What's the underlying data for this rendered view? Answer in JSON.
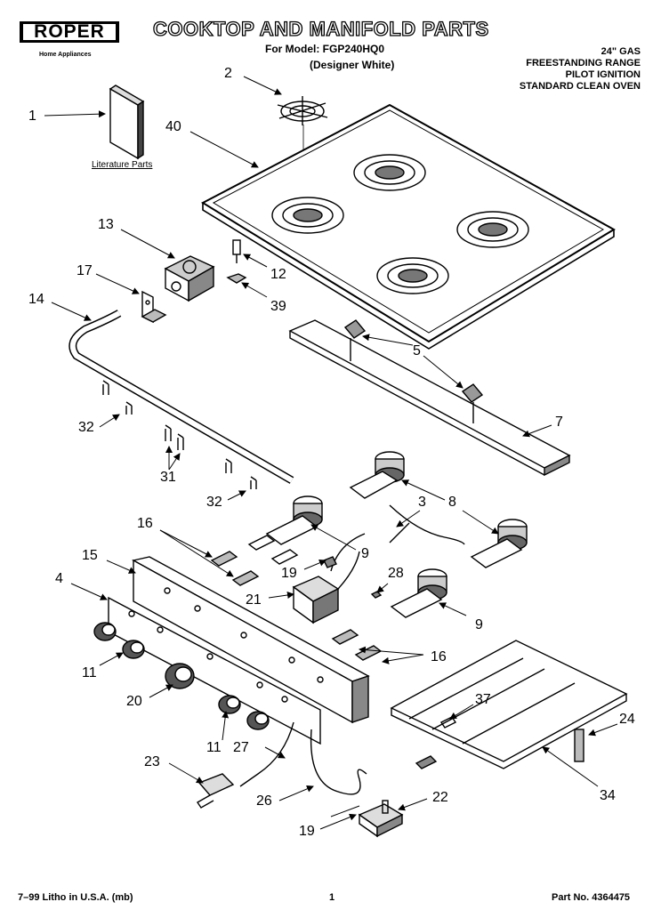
{
  "header": {
    "brand": "ROPER",
    "brand_sub": "Home Appliances",
    "title": "COOKTOP AND MANIFOLD PARTS",
    "model_line": "For Model: FGP240HQ0",
    "model_variant": "(Designer White)",
    "spec_lines": [
      "24\" GAS",
      "FREESTANDING RANGE",
      "PILOT IGNITION",
      "STANDARD CLEAN OVEN"
    ]
  },
  "literature_label": "Literature Parts",
  "callouts": [
    {
      "id": "c1",
      "text": "1"
    },
    {
      "id": "c2",
      "text": "2"
    },
    {
      "id": "c40",
      "text": "40"
    },
    {
      "id": "c13",
      "text": "13"
    },
    {
      "id": "c12",
      "text": "12"
    },
    {
      "id": "c17",
      "text": "17"
    },
    {
      "id": "c39",
      "text": "39"
    },
    {
      "id": "c14",
      "text": "14"
    },
    {
      "id": "c5",
      "text": "5"
    },
    {
      "id": "c7",
      "text": "7"
    },
    {
      "id": "c32a",
      "text": "32"
    },
    {
      "id": "c31",
      "text": "31"
    },
    {
      "id": "c32b",
      "text": "32"
    },
    {
      "id": "c3",
      "text": "3"
    },
    {
      "id": "c8",
      "text": "8"
    },
    {
      "id": "c16a",
      "text": "16"
    },
    {
      "id": "c9a",
      "text": "9"
    },
    {
      "id": "c15",
      "text": "15"
    },
    {
      "id": "c19a",
      "text": "19"
    },
    {
      "id": "c28",
      "text": "28"
    },
    {
      "id": "c4",
      "text": "4"
    },
    {
      "id": "c21",
      "text": "21"
    },
    {
      "id": "c9b",
      "text": "9"
    },
    {
      "id": "c11a",
      "text": "11"
    },
    {
      "id": "c16b",
      "text": "16"
    },
    {
      "id": "c37",
      "text": "37"
    },
    {
      "id": "c20",
      "text": "20"
    },
    {
      "id": "c24",
      "text": "24"
    },
    {
      "id": "c11b",
      "text": "11"
    },
    {
      "id": "c27",
      "text": "27"
    },
    {
      "id": "c23",
      "text": "23"
    },
    {
      "id": "c34",
      "text": "34"
    },
    {
      "id": "c26",
      "text": "26"
    },
    {
      "id": "c22",
      "text": "22"
    },
    {
      "id": "c19b",
      "text": "19"
    }
  ],
  "footer": {
    "left": "7–99 Litho in U.S.A. (mb)",
    "page": "1",
    "part_no": "Part No. 4364475"
  }
}
